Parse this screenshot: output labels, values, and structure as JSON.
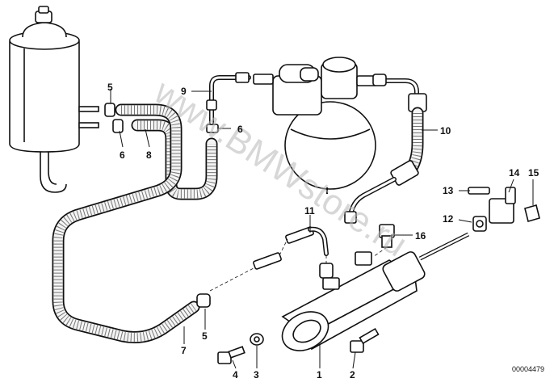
{
  "diagram": {
    "callouts": [
      {
        "key": "c1",
        "text": "1"
      },
      {
        "key": "c2",
        "text": "2"
      },
      {
        "key": "c3",
        "text": "3"
      },
      {
        "key": "c4",
        "text": "4"
      },
      {
        "key": "c5a",
        "text": "5"
      },
      {
        "key": "c5b",
        "text": "5"
      },
      {
        "key": "c6a",
        "text": "6"
      },
      {
        "key": "c6b",
        "text": "6"
      },
      {
        "key": "c7",
        "text": "7"
      },
      {
        "key": "c8",
        "text": "8"
      },
      {
        "key": "c9",
        "text": "9"
      },
      {
        "key": "c10",
        "text": "10"
      },
      {
        "key": "c11",
        "text": "11"
      },
      {
        "key": "c12",
        "text": "12"
      },
      {
        "key": "c13",
        "text": "13"
      },
      {
        "key": "c14",
        "text": "14"
      },
      {
        "key": "c15",
        "text": "15"
      },
      {
        "key": "c16",
        "text": "16"
      }
    ],
    "drawing_number": "00004479",
    "watermark": "www.BMWstore.ru"
  }
}
